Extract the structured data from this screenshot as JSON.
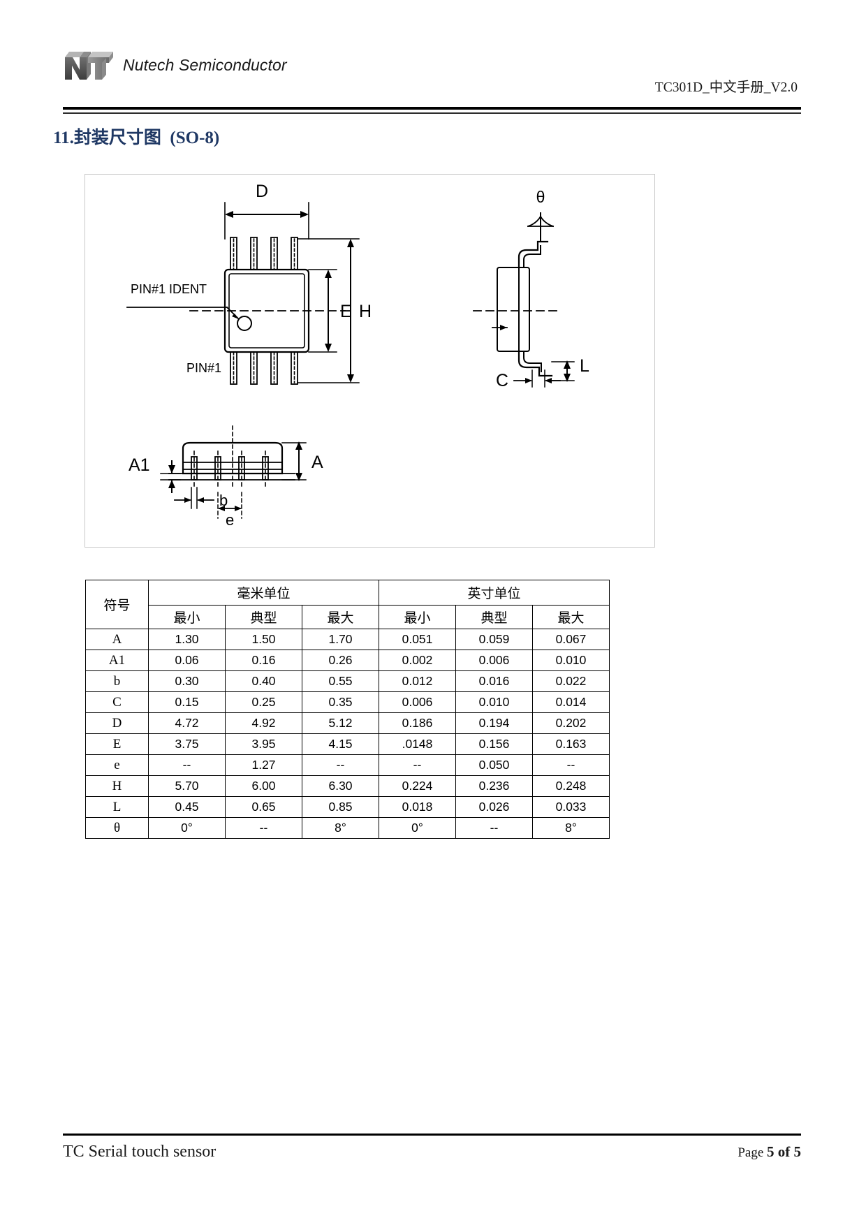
{
  "header": {
    "logo_icon": "nt-logo-icon",
    "brand": "Nutech Semiconductor",
    "doc_id": "TC301D_中文手册_V2.0"
  },
  "title": {
    "number": "11.",
    "chinese": "封装尺寸图",
    "package": "(SO-8)"
  },
  "diagram": {
    "labels": {
      "d": "D",
      "e_dim": "E",
      "h": "H",
      "theta": "θ",
      "l": "L",
      "c": "C",
      "a": "A",
      "a1": "A1",
      "b": "b",
      "e_pitch": "e",
      "pin1_ident": "PIN#1 IDENT",
      "pin1": "PIN#1"
    }
  },
  "table": {
    "symbol_header": "符号",
    "group_headers": [
      "毫米单位",
      "英寸单位"
    ],
    "sub_headers": [
      "最小",
      "典型",
      "最大",
      "最小",
      "典型",
      "最大"
    ],
    "rows": [
      {
        "symbol": "A",
        "mm_min": "1.30",
        "mm_typ": "1.50",
        "mm_max": "1.70",
        "in_min": "0.051",
        "in_typ": "0.059",
        "in_max": "0.067"
      },
      {
        "symbol": "A1",
        "mm_min": "0.06",
        "mm_typ": "0.16",
        "mm_max": "0.26",
        "in_min": "0.002",
        "in_typ": "0.006",
        "in_max": "0.010"
      },
      {
        "symbol": "b",
        "mm_min": "0.30",
        "mm_typ": "0.40",
        "mm_max": "0.55",
        "in_min": "0.012",
        "in_typ": "0.016",
        "in_max": "0.022"
      },
      {
        "symbol": "C",
        "mm_min": "0.15",
        "mm_typ": "0.25",
        "mm_max": "0.35",
        "in_min": "0.006",
        "in_typ": "0.010",
        "in_max": "0.014"
      },
      {
        "symbol": "D",
        "mm_min": "4.72",
        "mm_typ": "4.92",
        "mm_max": "5.12",
        "in_min": "0.186",
        "in_typ": "0.194",
        "in_max": "0.202"
      },
      {
        "symbol": "E",
        "mm_min": "3.75",
        "mm_typ": "3.95",
        "mm_max": "4.15",
        "in_min": ".0148",
        "in_typ": "0.156",
        "in_max": "0.163"
      },
      {
        "symbol": "e",
        "mm_min": "--",
        "mm_typ": "1.27",
        "mm_max": "--",
        "in_min": "--",
        "in_typ": "0.050",
        "in_max": "--"
      },
      {
        "symbol": "H",
        "mm_min": "5.70",
        "mm_typ": "6.00",
        "mm_max": "6.30",
        "in_min": "0.224",
        "in_typ": "0.236",
        "in_max": "0.248"
      },
      {
        "symbol": "L",
        "mm_min": "0.45",
        "mm_typ": "0.65",
        "mm_max": "0.85",
        "in_min": "0.018",
        "in_typ": "0.026",
        "in_max": "0.033"
      },
      {
        "symbol": "θ",
        "mm_min": "0°",
        "mm_typ": "--",
        "mm_max": "8°",
        "in_min": "0°",
        "in_typ": "--",
        "in_max": "8°"
      }
    ]
  },
  "footer": {
    "left": "TC Serial touch sensor",
    "page_prefix": "Page ",
    "page_number": "5 of 5"
  },
  "colors": {
    "title": "#1F3864",
    "rule": "#000000",
    "diagram_border": "#c8c8c8"
  }
}
